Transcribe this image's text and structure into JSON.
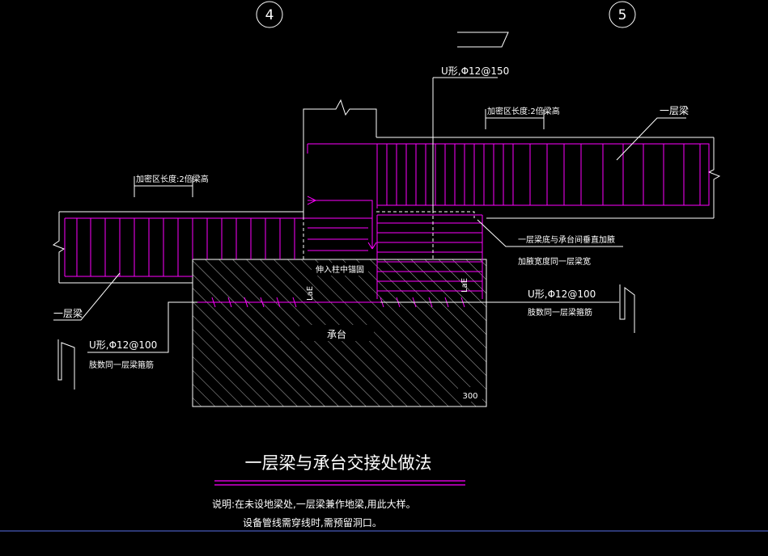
{
  "axes": {
    "left": "4",
    "right": "5"
  },
  "labels": {
    "rebar_top": "U形,Φ12@150",
    "zone_right": "加密区长度:2倍梁高",
    "zone_left": "加密区长度:2倍梁高",
    "beam_right": "一层梁",
    "beam_left": "一层梁",
    "haunch_line1": "一层梁底与承台间垂直加腋",
    "haunch_line2": "加腋宽度同一层梁宽",
    "anchor": "伸入柱中锚固",
    "lae_left": "LaE",
    "lae_right": "LaE",
    "rebar_right_1": "U形,Φ12@100",
    "rebar_right_2": "肢数同一层梁箍筋",
    "rebar_left_1": "U形,Φ12@100",
    "rebar_left_2": "肢数同一层梁箍筋",
    "pile_cap": "承台",
    "dim_300": "300"
  },
  "title": "一层梁与承台交接处做法",
  "notes": {
    "line1": "说明:在未设地梁处,一层梁兼作地梁,用此大样。",
    "line2": "设备管线需穿线时,需预留洞口。"
  },
  "colors": {
    "background": "#000000",
    "lines": "#ffffff",
    "rebar": "#ff00ff",
    "status_line": "#3a4a9a"
  }
}
